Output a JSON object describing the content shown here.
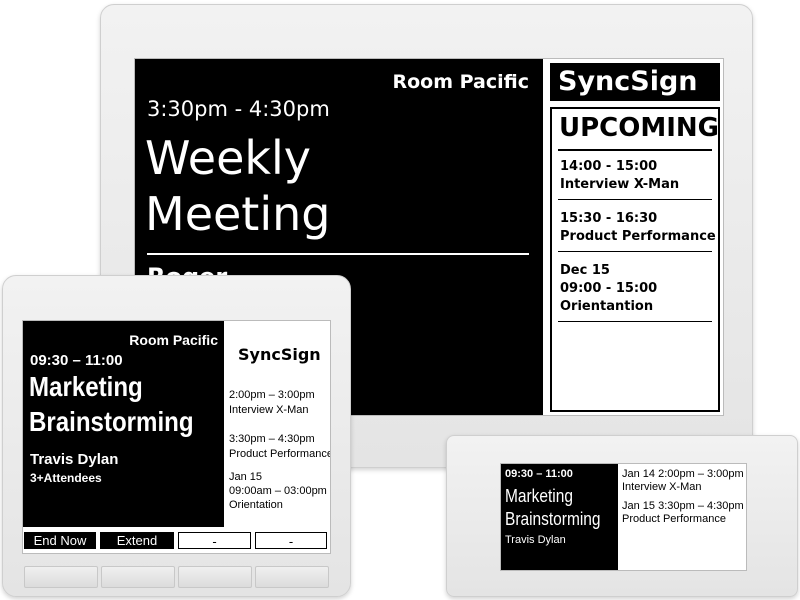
{
  "large": {
    "room": "Room Pacific",
    "time": "3:30pm - 4:30pm",
    "title_line1": "Weekly",
    "title_line2": "Meeting",
    "organizer": "Roger",
    "brand": "SyncSign",
    "upcoming_label": "UPCOMING",
    "events": [
      {
        "time": "14:00 - 15:00",
        "title": "Interview X-Man"
      },
      {
        "time": "15:30 - 16:30",
        "title": "Product Performance"
      },
      {
        "date": "Dec 15",
        "time": "09:00 - 15:00",
        "title": "Orientantion"
      }
    ]
  },
  "medium": {
    "room": "Room Pacific",
    "time": "09:30 – 11:00",
    "title_line1": "Marketing",
    "title_line2": "Brainstorming",
    "organizer": "Travis Dylan",
    "attendees": "3+Attendees",
    "brand": "SyncSign",
    "events": [
      {
        "time": "2:00pm – 3:00pm",
        "title": "Interview X-Man"
      },
      {
        "time": "3:30pm – 4:30pm",
        "title": "Product Performance"
      },
      {
        "date": "Jan 15",
        "time": "09:00am – 03:00pm",
        "title": "Orientation"
      }
    ],
    "buttons": [
      "End Now",
      "Extend",
      "-",
      "-"
    ]
  },
  "small": {
    "time": "09:30 – 11:00",
    "title_line1": "Marketing",
    "title_line2": "Brainstorming",
    "organizer": "Travis Dylan",
    "events": [
      {
        "line": "Jan 14 2:00pm – 3:00pm",
        "title": "Interview X-Man"
      },
      {
        "line": "Jan 15 3:30pm – 4:30pm",
        "title": "Product Performance"
      }
    ]
  }
}
